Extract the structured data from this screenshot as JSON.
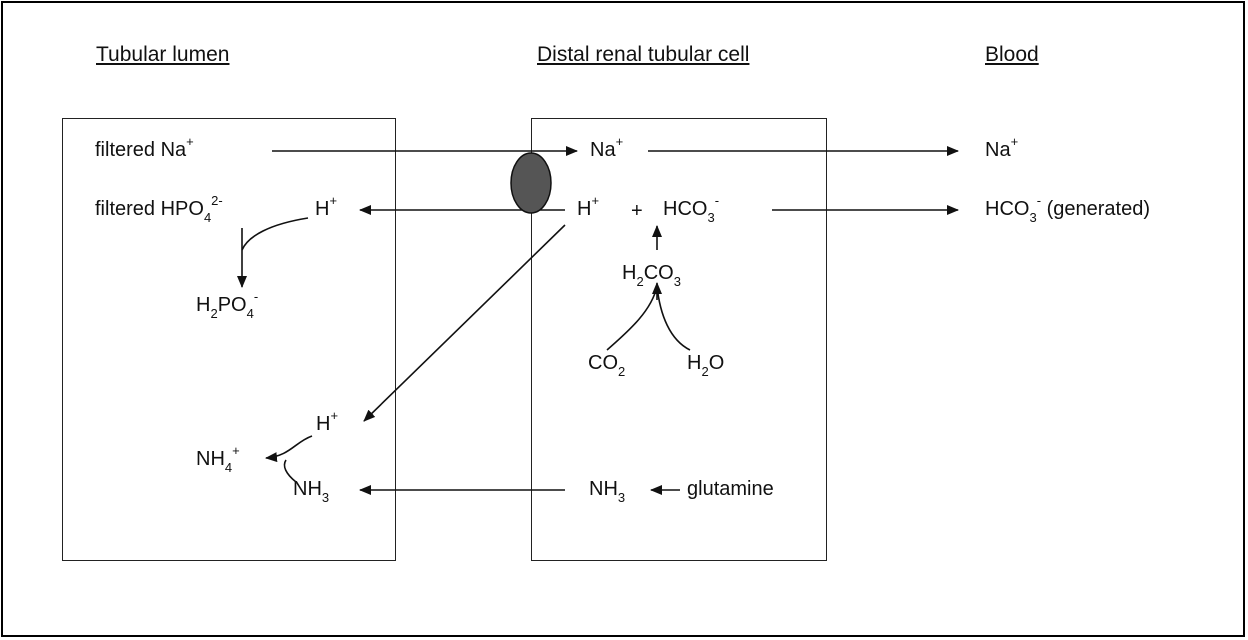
{
  "headers": {
    "lumen": "Tubular lumen",
    "cell": "Distal renal tubular cell",
    "blood": "Blood"
  },
  "lumen": {
    "filtered_label_1": "filtered",
    "na": {
      "base": "Na",
      "sup": "+"
    },
    "filtered_label_2": "filtered",
    "hpo4": {
      "base": "HPO",
      "sub": "4",
      "sup": "2-"
    },
    "h_top": {
      "base": "H",
      "sup": "+"
    },
    "h2po4": {
      "p1": "H",
      "s1": "2",
      "p2": "PO",
      "s2": "4",
      "sup": "-"
    },
    "h_low": {
      "base": "H",
      "sup": "+"
    },
    "nh4": {
      "base": "NH",
      "sub": "4",
      "sup": "+"
    },
    "nh3": {
      "base": "NH",
      "sub": "3"
    }
  },
  "cell": {
    "na": {
      "base": "Na",
      "sup": "+"
    },
    "h": {
      "base": "H",
      "sup": "+"
    },
    "plus": "+",
    "hco3": {
      "base": "HCO",
      "sub": "3",
      "sup": "-"
    },
    "h2co3": {
      "p1": "H",
      "s1": "2",
      "p2": "CO",
      "s2": "3"
    },
    "co2": {
      "p1": "CO",
      "s1": "2"
    },
    "h2o": {
      "p1": "H",
      "s1": "2",
      "p2": "O"
    },
    "nh3": {
      "base": "NH",
      "sub": "3"
    },
    "glutamine": "glutamine"
  },
  "blood": {
    "na": {
      "base": "Na",
      "sup": "+"
    },
    "hco3": {
      "base": "HCO",
      "sub": "3",
      "sup": "-"
    },
    "generated": "(generated)"
  },
  "colors": {
    "transporter": "#555555",
    "line": "#111111"
  }
}
